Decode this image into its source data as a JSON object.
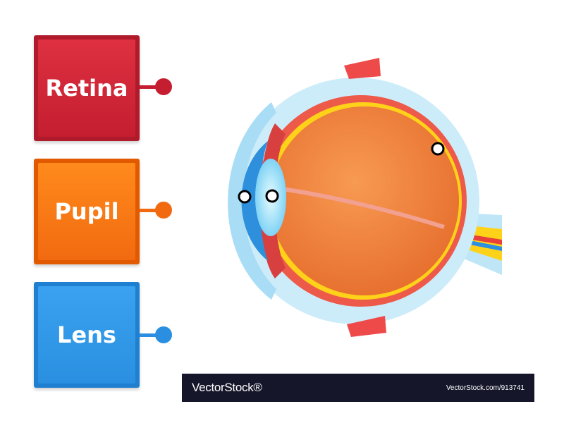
{
  "labels": {
    "retina": {
      "text": "Retina",
      "color": "#cc2233"
    },
    "pupil": {
      "text": "Pupil",
      "color": "#f26a10"
    },
    "lens": {
      "text": "Lens",
      "color": "#2a8fe0"
    }
  },
  "watermark": {
    "logo": "VectorStock®",
    "url": "VectorStock.com/913741"
  }
}
